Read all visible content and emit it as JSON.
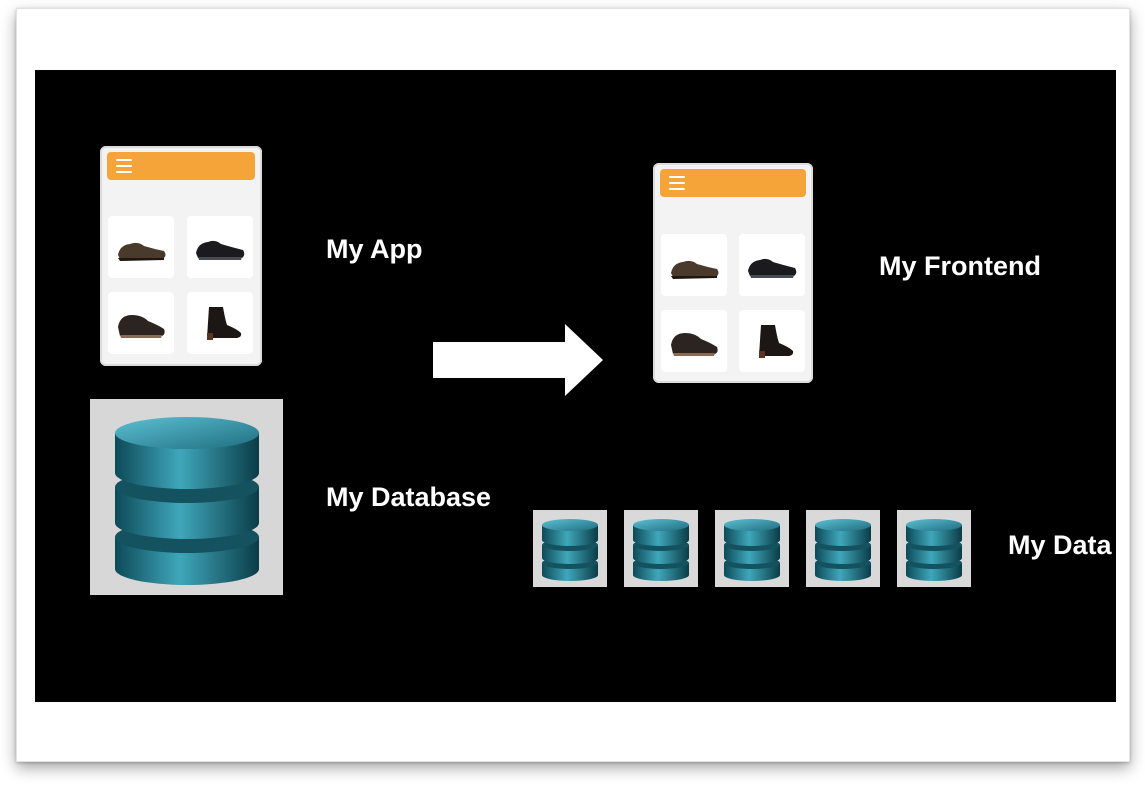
{
  "labels": {
    "my_app": "My App",
    "my_database": "My Database",
    "my_frontend": "My Frontend",
    "my_data": "My Data"
  },
  "icons": {
    "menu": "hamburger-menu-icon",
    "shoe": "shoe-icon",
    "database": "database-icon",
    "arrow": "right-arrow-icon"
  },
  "colors": {
    "background": "#000000",
    "app_bar": "#f5a43a",
    "database": "#2a7f92"
  }
}
